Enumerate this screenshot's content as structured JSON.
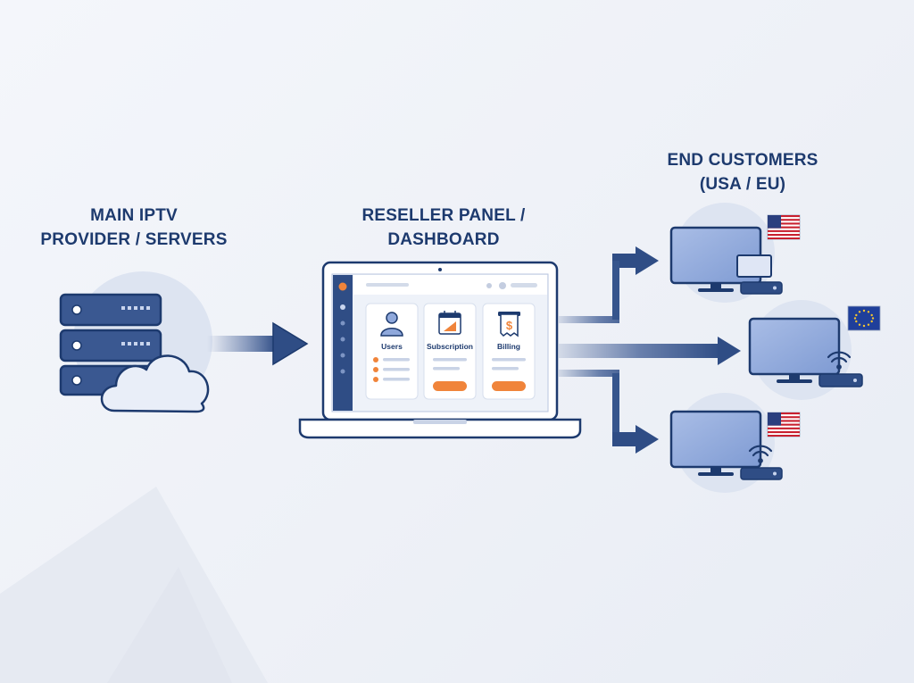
{
  "provider": {
    "line1": "MAIN IPTV",
    "line2": "PROVIDER / SERVERS"
  },
  "reseller": {
    "line1": "RESELLER PANEL /",
    "line2": "DASHBOARD"
  },
  "customers": {
    "line1": "END CUSTOMERS",
    "line2": "(USA / EU)"
  },
  "dashboard": {
    "cards": [
      {
        "title": "Users",
        "icon": "user-icon"
      },
      {
        "title": "Subscription",
        "icon": "calendar-chart-icon"
      },
      {
        "title": "Billing",
        "icon": "receipt-dollar-icon"
      }
    ]
  },
  "devices": [
    {
      "flag": "us-flag-icon",
      "type": "monitor-with-set-top-box"
    },
    {
      "flag": "eu-flag-icon",
      "type": "tv-with-wifi-box"
    },
    {
      "flag": "us-flag-icon",
      "type": "tv-with-wifi-box"
    }
  ],
  "colors": {
    "navy": "#1d3a6e",
    "screen_blue": "#8fa8db",
    "accent_orange": "#f0843a",
    "circle_bg": "#dde4f1"
  }
}
